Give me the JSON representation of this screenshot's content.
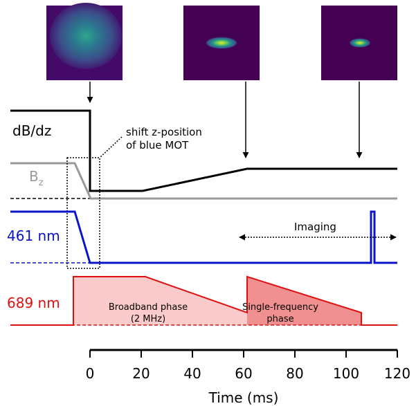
{
  "signals": {
    "dbdz": {
      "label": "dB/dz",
      "color": "#000000"
    },
    "bz": {
      "label_main": "B",
      "label_sub": "z",
      "color": "#999999"
    },
    "blue": {
      "label": "461 nm",
      "color": "#0a14c8"
    },
    "red": {
      "label": "689 nm",
      "color": "#e01010",
      "fill_light": "#fbcaca",
      "fill_dark": "#f09090"
    }
  },
  "annotations": {
    "shift_line1": "shift z-position",
    "shift_line2": "of blue MOT",
    "imaging": "Imaging",
    "broadband_line1": "Broadband phase",
    "broadband_line2": "(2 MHz)",
    "single_line1": "Single-frequency",
    "single_line2": "phase"
  },
  "time_axis": {
    "xlabel": "Time (ms)",
    "ticks": [
      "0",
      "20",
      "40",
      "60",
      "80",
      "100",
      "120"
    ]
  },
  "images": [
    {
      "name": "cloud-blue-mot",
      "kind": "diffuse"
    },
    {
      "name": "cloud-broadband",
      "kind": "compressed"
    },
    {
      "name": "cloud-single-frequency",
      "kind": "small"
    }
  ]
}
